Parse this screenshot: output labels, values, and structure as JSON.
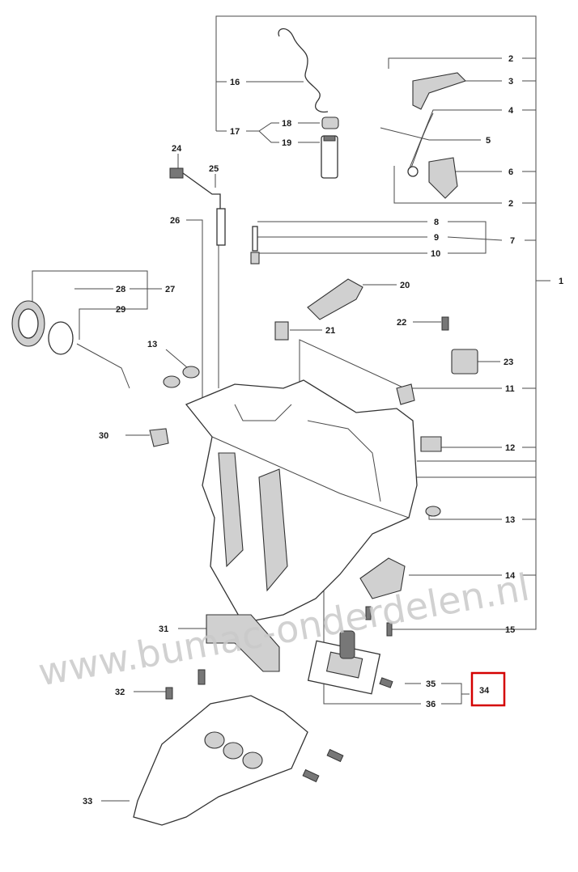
{
  "diagram": {
    "labels": {
      "l1": "1",
      "l2a": "2",
      "l2b": "2",
      "l3": "3",
      "l4": "4",
      "l5": "5",
      "l6": "6",
      "l7": "7",
      "l8": "8",
      "l9": "9",
      "l10": "10",
      "l11": "11",
      "l12": "12",
      "l13a": "13",
      "l13b": "13",
      "l14": "14",
      "l15": "15",
      "l16": "16",
      "l17": "17",
      "l18": "18",
      "l19": "19",
      "l20": "20",
      "l21": "21",
      "l22": "22",
      "l23": "23",
      "l24": "24",
      "l25": "25",
      "l26": "26",
      "l27": "27",
      "l28": "28",
      "l29": "29",
      "l30": "30",
      "l31": "31",
      "l32": "32",
      "l33": "33",
      "l34": "34",
      "l35": "35",
      "l36": "36"
    },
    "watermark": "www.bumac-onderdelen.nl",
    "highlight_color": "#d40000"
  }
}
